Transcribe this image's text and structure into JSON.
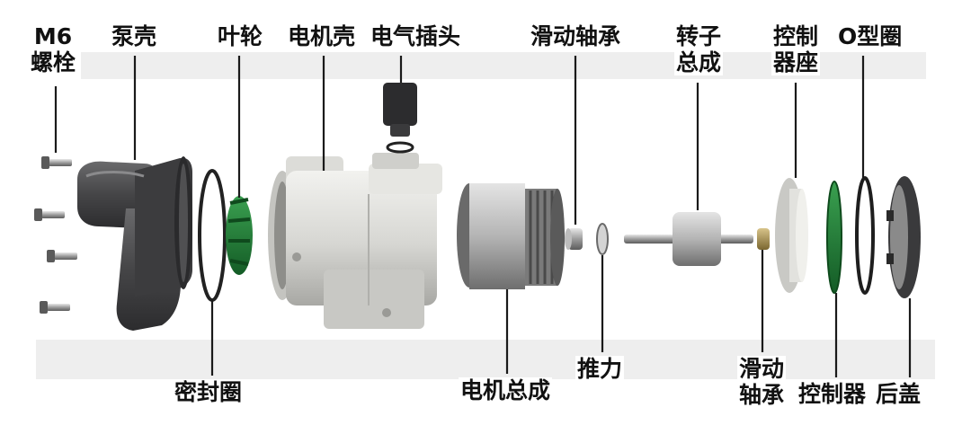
{
  "labels": {
    "m6_bolt": "M6\n螺栓",
    "pump_casing": "泵壳",
    "impeller": "叶轮",
    "motor_housing": "电机壳",
    "electrical_plug": "电气插头",
    "sliding_bearing_top": "滑动轴承",
    "rotor_assembly": "转子\n总成",
    "controller_seat": "控制\n器座",
    "o_ring": "O型圈",
    "seal_ring": "密封圈",
    "motor_assembly": "电机总成",
    "thrust": "推力",
    "sliding_bearing_bottom": "滑动\n轴承",
    "controller": "控制器",
    "rear_cover": "后盖"
  },
  "colors": {
    "leader_line": "#1a1a1a",
    "impeller_green": "#1f7a35",
    "pcb_green": "#2f8f4a",
    "pump_dark": "#4a4a4c",
    "housing_light": "#d8d8d4",
    "stator_gray": "#b8b8b8",
    "background_band": "#eeeeee"
  }
}
